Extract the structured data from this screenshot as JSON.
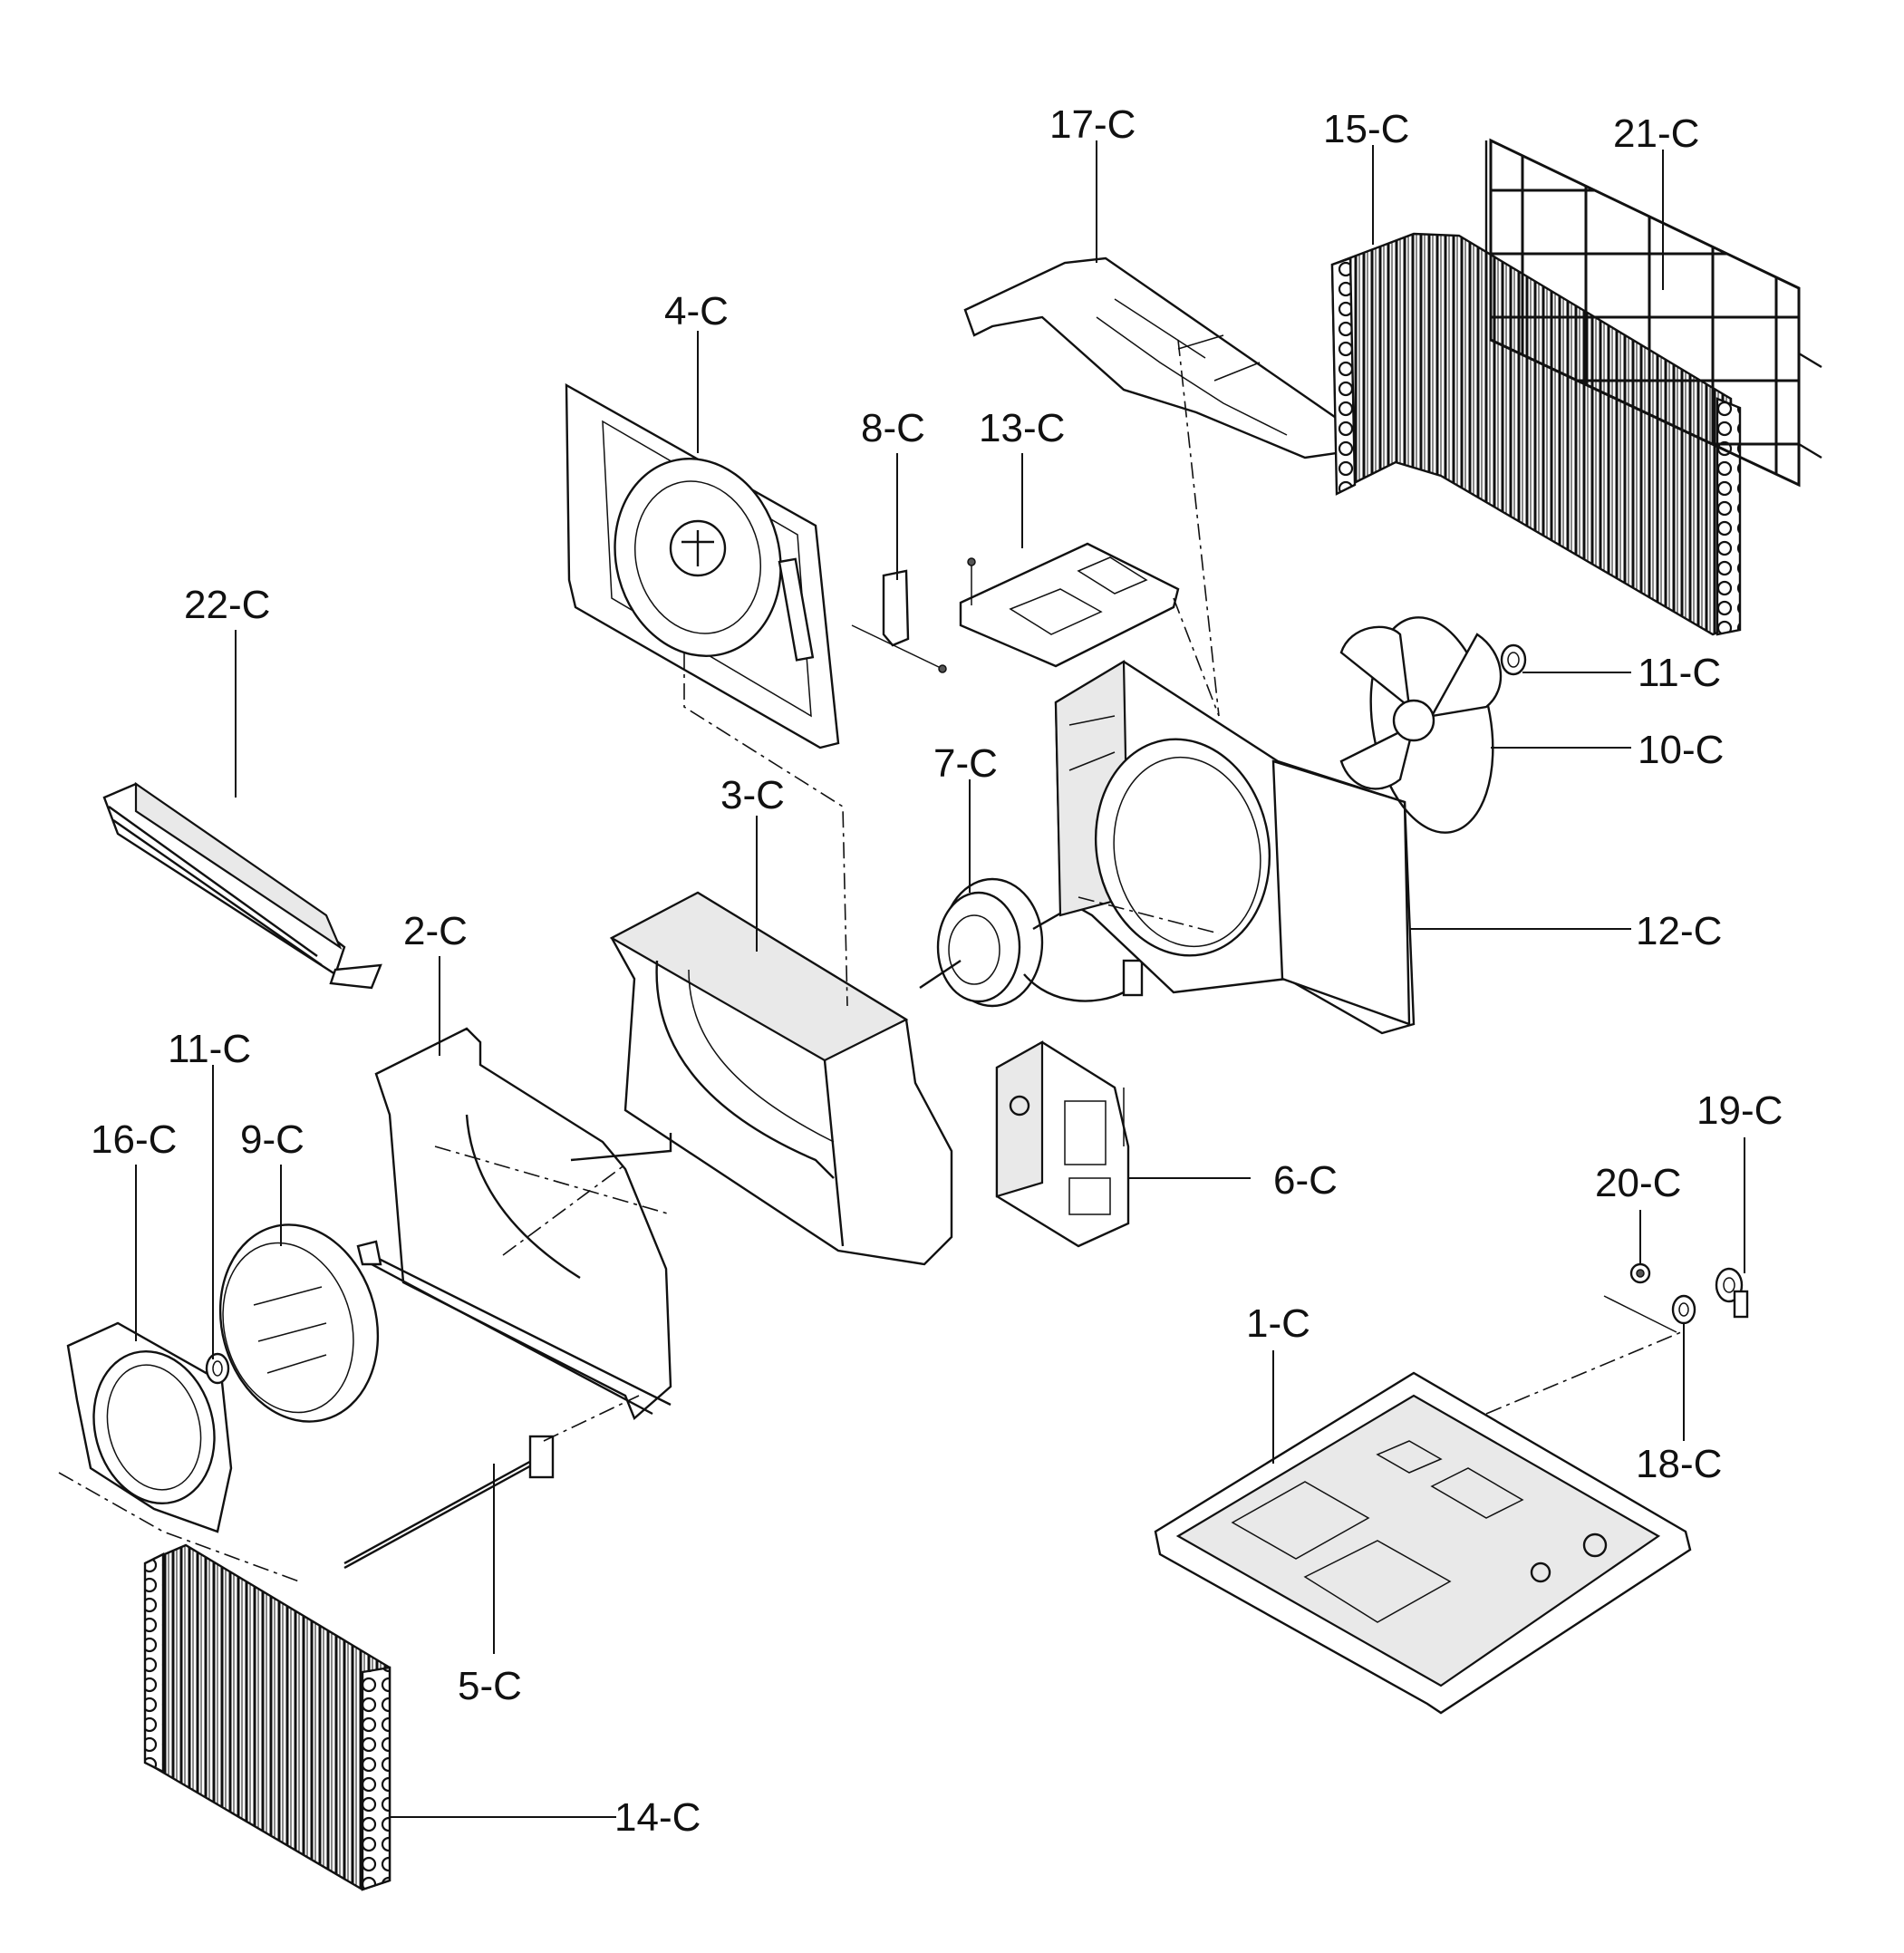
{
  "parts": [
    {
      "id": "1-C",
      "label": "1-C"
    },
    {
      "id": "2-C",
      "label": "2-C"
    },
    {
      "id": "3-C",
      "label": "3-C"
    },
    {
      "id": "4-C",
      "label": "4-C"
    },
    {
      "id": "5-C",
      "label": "5-C"
    },
    {
      "id": "6-C",
      "label": "6-C"
    },
    {
      "id": "7-C",
      "label": "7-C"
    },
    {
      "id": "8-C",
      "label": "8-C"
    },
    {
      "id": "9-C",
      "label": "9-C"
    },
    {
      "id": "10-C",
      "label": "10-C"
    },
    {
      "id": "11-C-a",
      "label": "11-C"
    },
    {
      "id": "11-C-b",
      "label": "11-C"
    },
    {
      "id": "12-C",
      "label": "12-C"
    },
    {
      "id": "13-C",
      "label": "13-C"
    },
    {
      "id": "14-C",
      "label": "14-C"
    },
    {
      "id": "15-C",
      "label": "15-C"
    },
    {
      "id": "16-C",
      "label": "16-C"
    },
    {
      "id": "17-C",
      "label": "17-C"
    },
    {
      "id": "18-C",
      "label": "18-C"
    },
    {
      "id": "19-C",
      "label": "19-C"
    },
    {
      "id": "20-C",
      "label": "20-C"
    },
    {
      "id": "21-C",
      "label": "21-C"
    },
    {
      "id": "22-C",
      "label": "22-C"
    }
  ]
}
